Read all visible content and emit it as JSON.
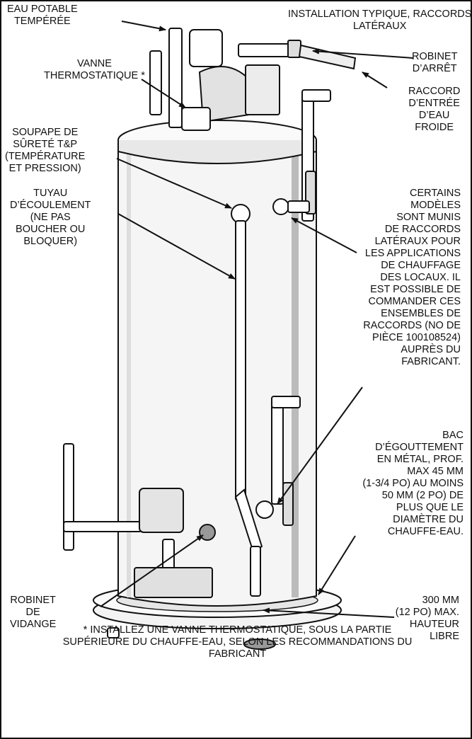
{
  "labels": {
    "eau_potable": [
      "EAU POTABLE",
      "TEMPÉRÉE"
    ],
    "installation": [
      "INSTALLATION TYPIQUE, RACCORDS",
      "LATÉRAUX"
    ],
    "vanne": [
      "VANNE",
      "THERMOSTATIQUE *"
    ],
    "robinet_arret": [
      "ROBINET",
      "D’ARRÊT"
    ],
    "raccord_entree": [
      "RACCORD",
      "D’ENTRÉE",
      "D’EAU",
      "FROIDE"
    ],
    "soupape": [
      "SOUPAPE DE",
      "SÛRETÉ T&P",
      "(TEMPÉRATURE",
      "ET PRESSION)"
    ],
    "tuyau": [
      "TUYAU",
      "D’ÉCOULEMENT",
      "(NE PAS",
      "BOUCHER OU",
      "BLOQUER)"
    ],
    "certains": [
      "CERTAINS",
      "MODÈLES",
      "SONT MUNIS",
      "DE RACCORDS",
      "LATÉRAUX POUR",
      "LES APPLICATIONS",
      "DE CHAUFFAGE",
      "DES LOCAUX. IL",
      "EST POSSIBLE DE",
      "COMMANDER CES",
      "ENSEMBLES DE",
      "RACCORDS (NO DE",
      "PIÈCE 100108524)",
      "AUPRÈS DU",
      "FABRICANT."
    ],
    "bac": [
      "BAC",
      "D’ÉGOUTTEMENT",
      "EN MÉTAL, PROF.",
      "MAX 45 mm",
      "(1-3/4 po) AU MOINS",
      "50 mm (2 po) DE",
      "PLUS QUE LE",
      "DIAMÈTRE DU",
      "CHAUFFE-EAU."
    ],
    "robinet_vidange": [
      "ROBINET",
      "DE",
      "VIDANGE"
    ],
    "hauteur": [
      "300 mm",
      "(12 po) MAX.",
      "HAUTEUR",
      "LIBRE"
    ]
  },
  "footnote": [
    "* INSTALLEZ UNE VANNE THERMOSTATIQUE, SOUS LA PARTIE",
    "SUPÉRIEURE DU CHAUFFE-EAU, SELON LES RECOMMANDATIONS DU",
    "FABRICANT"
  ]
}
